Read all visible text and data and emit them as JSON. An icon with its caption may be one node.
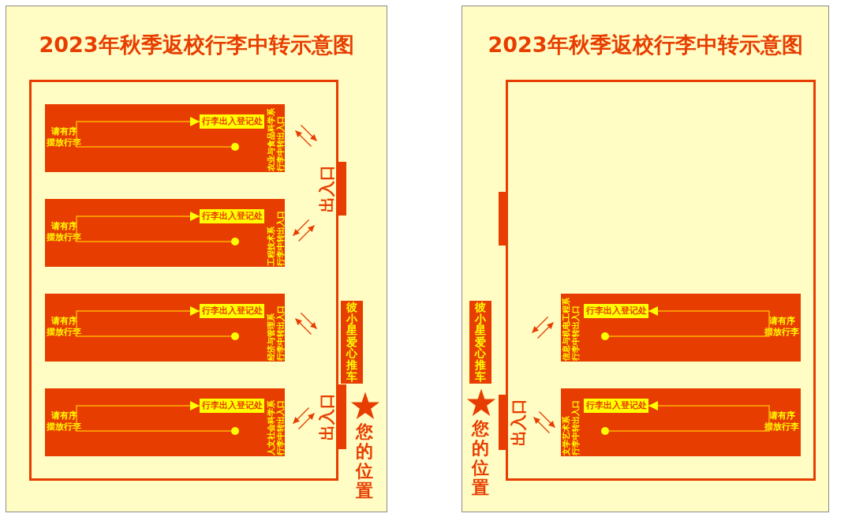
{
  "diagram": {
    "nodes": [
      {
        "text": [
          "2023年秋季返校行李中转示意图"
        ]
      },
      {
        "text": [],
        "shape": "box",
        "in": 0
      },
      {
        "text": [
          "请有序摆放行李",
          "农业与食品科学系",
          "行李中转出入口"
        ],
        "in": 1
      },
      {
        "text": [
          "行李出入登记处"
        ],
        "in": 2
      },
      {
        "text": [],
        "shape": "circle",
        "in": 2
      },
      {
        "text": [
          "请有序摆放行李",
          "工程技术系",
          "行李中转出入口"
        ],
        "in": 1
      },
      {
        "text": [
          "行李出入登记处"
        ],
        "in": 5
      },
      {
        "text": [],
        "shape": "circle",
        "in": 5
      },
      {
        "text": [
          "请有序摆放行李",
          "经济与管理系",
          "行李中转出入口"
        ],
        "in": 1
      },
      {
        "text": [
          "行李出入登记处"
        ],
        "in": 8
      },
      {
        "text": [],
        "shape": "circle",
        "in": 8
      },
      {
        "text": [
          "请有序摆放行李",
          "人文社会科学系",
          "行李中转出入口"
        ],
        "in": 1
      },
      {
        "text": [
          "行李出入登记处"
        ],
        "in": 11
      },
      {
        "text": [],
        "shape": "circle",
        "in": 11
      },
      {
        "text": [
          "出入口"
        ],
        "in": 0
      },
      {
        "text": [
          "彼小星爱心推车"
        ],
        "in": 0
      },
      {
        "text": [
          "出入口"
        ],
        "in": 0
      },
      {
        "text": [
          "您的位置"
        ],
        "in": 0
      },
      {
        "text": [
          "2023年秋季返校行李中转示意图"
        ]
      },
      {
        "text": [],
        "shape": "box",
        "in": 18
      },
      {
        "text": [],
        "shape": "bar",
        "in": 18
      },
      {
        "text": [
          "彼小星爱心推车"
        ],
        "in": 18
      },
      {
        "text": [
          "请有序摆放行李",
          "信息与机电工程系",
          "行李中转出入口"
        ],
        "in": 19
      },
      {
        "text": [
          "行李出入登记处"
        ],
        "in": 22
      },
      {
        "text": [],
        "shape": "circle",
        "in": 22
      },
      {
        "text": [
          "您的位置"
        ],
        "in": 18
      },
      {
        "text": [
          "出入口"
        ],
        "in": 18
      },
      {
        "text": [
          "请有序摆放行李",
          "文学艺术系",
          "行李中转出入口"
        ],
        "in": 19
      },
      {
        "text": [
          "行李出入登记处"
        ],
        "in": 27
      },
      {
        "text": [],
        "shape": "circle",
        "in": 27
      }
    ],
    "edges": [
      {
        "from": 4,
        "to": 3,
        "arrow": "to"
      },
      {
        "from": 7,
        "to": 6,
        "arrow": "to"
      },
      {
        "from": 10,
        "to": 9,
        "arrow": "to"
      },
      {
        "from": 13,
        "to": 12,
        "arrow": "to"
      },
      {
        "from": 24,
        "to": 23,
        "arrow": "to"
      },
      {
        "from": 29,
        "to": 28,
        "arrow": "to"
      }
    ]
  }
}
